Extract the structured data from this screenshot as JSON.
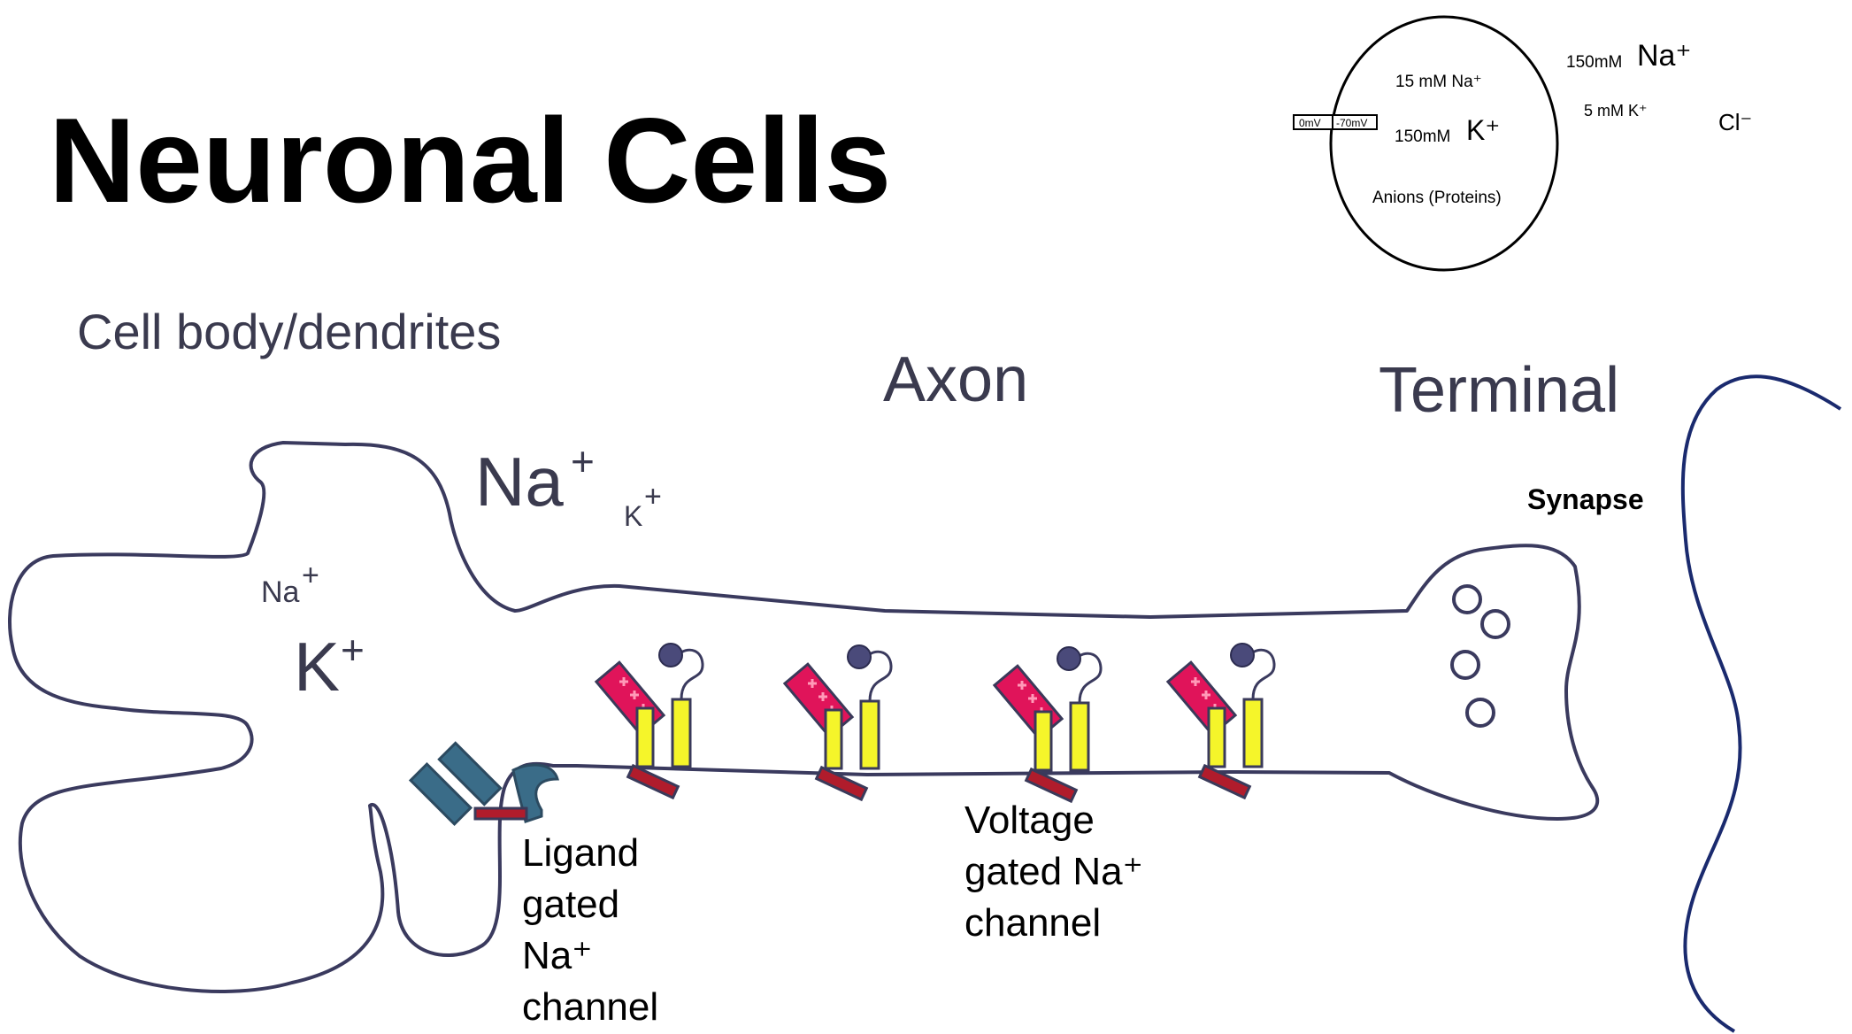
{
  "title": "Neuronal Cells",
  "regions": {
    "cell_body": "Cell body/dendrites",
    "axon": "Axon",
    "terminal": "Terminal",
    "synapse": "Synapse"
  },
  "ions_outside": {
    "na_big": "Na",
    "k_small": "K",
    "plus": "+"
  },
  "ions_inside": {
    "na_small": "Na",
    "k_big": "K",
    "plus": "+"
  },
  "inset": {
    "na_inside": "15 mM Na⁺",
    "k_inside_amount": "150mM",
    "k_inside_ion": "K⁺",
    "anions": "Anions (Proteins)",
    "meter_left": "0mV",
    "meter_right": "-70mV",
    "na_outside_amount": "150mM",
    "na_outside_ion": "Na⁺",
    "k_outside": "5 mM K⁺",
    "cl": "Cl⁻"
  },
  "ligand_label": [
    "Ligand",
    "gated",
    "Na⁺",
    "channel"
  ],
  "voltage_label": [
    "Voltage",
    "gated Na⁺",
    "channel"
  ],
  "colors": {
    "outline": "#3a3a5e",
    "channel_pink": "#e0145a",
    "channel_yellow": "#f5f52a",
    "channel_red": "#b01c2c",
    "ligand_channel": "#3a6c88",
    "postsynaptic": "#1a2a6e"
  }
}
